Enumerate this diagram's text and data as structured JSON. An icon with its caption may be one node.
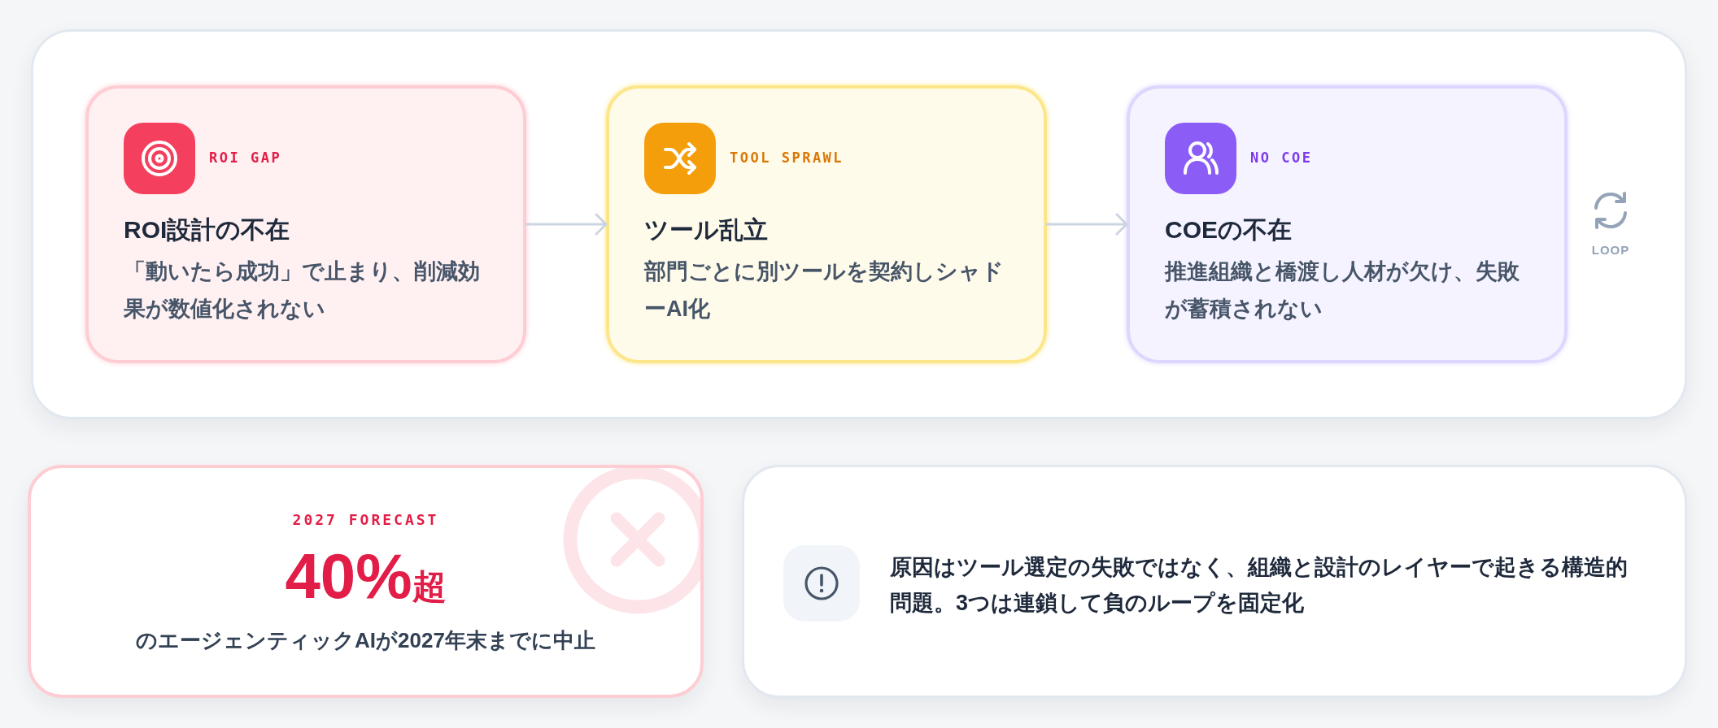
{
  "diagram": {
    "nodes": [
      {
        "text": [],
        "shape": "box"
      },
      {
        "text": [
          "ROI GAP",
          "ROI設計の不在",
          "「動いたら成功」で止まり、削減効果が数値化されない"
        ],
        "in": 0
      },
      {
        "text": [
          "TOOL SPRAWL",
          "ツール乱立",
          "部門ごとに別ツールを契約しシャドーAI化"
        ],
        "in": 0
      },
      {
        "text": [
          "NO COE",
          "COEの不在",
          "推進組織と橋渡し人材が欠け、失敗が蓄積されない"
        ],
        "in": 0
      },
      {
        "text": [
          "2027 FORECAST",
          "40%超",
          "のエージェンティックAIが2027年末までに中止"
        ]
      },
      {
        "text": [
          "原因はツール選定の失敗ではなく、組織と設計のレイヤーで起きる構造的問題。3つは連鎖して負のループを固定化"
        ]
      }
    ],
    "edges": [
      {
        "from": 1,
        "to": 2,
        "arrow": "to"
      },
      {
        "from": 2,
        "to": 3,
        "arrow": "to"
      }
    ],
    "labels": [
      "LOOP"
    ]
  }
}
